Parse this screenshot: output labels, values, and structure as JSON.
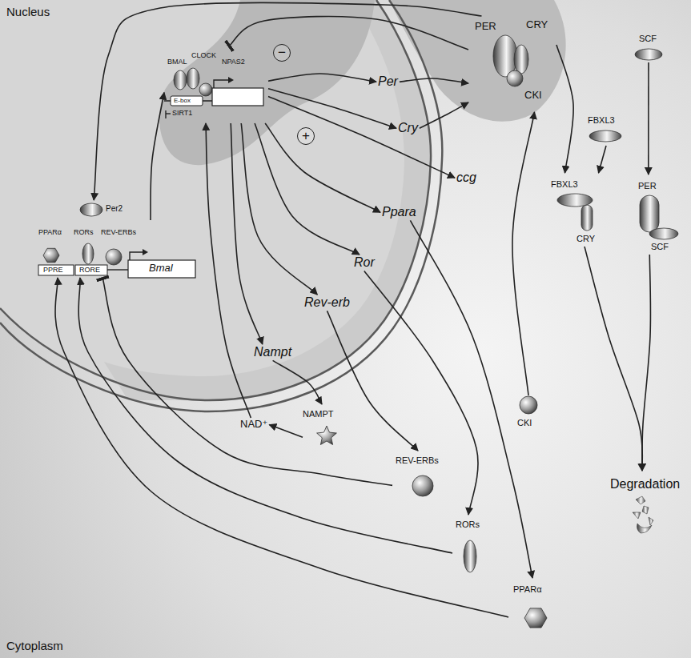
{
  "diagram": {
    "nodes": [
      {
        "text": [
          "PER",
          "CRY",
          "CKI"
        ]
      },
      {
        "text": [
          "BMAL",
          "CLOCK",
          "NPAS2",
          "E-box",
          "SIRT1"
        ]
      },
      {
        "text": [
          "Per"
        ]
      },
      {
        "text": [
          "Cry"
        ]
      },
      {
        "text": [
          "ccg"
        ]
      },
      {
        "text": [
          "Ppara"
        ]
      },
      {
        "text": [
          "Ror"
        ]
      },
      {
        "text": [
          "Rev-erb"
        ]
      },
      {
        "text": [
          "Nampt"
        ]
      },
      {
        "text": [
          "PPARα",
          "RORs",
          "REV-ERBs",
          "PPRE",
          "RORE",
          "Bmal"
        ]
      },
      {
        "text": [
          "Per2"
        ]
      },
      {
        "text": [
          "SCF"
        ]
      },
      {
        "text": [
          "FBXL3"
        ]
      },
      {
        "text": [
          "FBXL3",
          "CRY"
        ]
      },
      {
        "text": [
          "PER",
          "SCF"
        ]
      },
      {
        "text": [
          "CKI"
        ]
      },
      {
        "text": [
          "Degradation"
        ]
      },
      {
        "text": [
          "NAMPT"
        ]
      },
      {
        "text": [
          "NAD⁺"
        ]
      },
      {
        "text": [
          "REV-ERBs"
        ]
      },
      {
        "text": [
          "RORs"
        ]
      },
      {
        "text": [
          "PPARα"
        ]
      }
    ],
    "edges": [
      {
        "from": 0,
        "to": 1,
        "arrow": "to"
      },
      {
        "from": 1,
        "to": 2,
        "arrow": "to"
      },
      {
        "from": 1,
        "to": 3,
        "arrow": "to"
      },
      {
        "from": 1,
        "to": 4,
        "arrow": "to"
      },
      {
        "from": 1,
        "to": 5,
        "arrow": "to"
      },
      {
        "from": 1,
        "to": 6,
        "arrow": "to"
      },
      {
        "from": 1,
        "to": 7,
        "arrow": "to"
      },
      {
        "from": 1,
        "to": 8,
        "arrow": "to"
      },
      {
        "from": 2,
        "to": 0,
        "arrow": "to"
      },
      {
        "from": 3,
        "to": 0,
        "arrow": "to"
      },
      {
        "from": 15,
        "to": 0,
        "arrow": "to"
      },
      {
        "from": 0,
        "to": 10,
        "arrow": "to"
      },
      {
        "from": 0,
        "to": 13,
        "arrow": "to"
      },
      {
        "from": 12,
        "to": 13,
        "arrow": "to"
      },
      {
        "from": 11,
        "to": 14,
        "arrow": "to"
      },
      {
        "from": 13,
        "to": 16,
        "arrow": "to"
      },
      {
        "from": 14,
        "to": 16,
        "arrow": "to"
      },
      {
        "from": 5,
        "to": 21,
        "arrow": "to"
      },
      {
        "from": 6,
        "to": 20,
        "arrow": "to"
      },
      {
        "from": 7,
        "to": 19,
        "arrow": "to"
      },
      {
        "from": 8,
        "to": 17,
        "arrow": "to"
      },
      {
        "from": 17,
        "to": 18,
        "arrow": "to"
      },
      {
        "from": 18,
        "to": 1,
        "arrow": "to"
      },
      {
        "from": 19,
        "to": 9,
        "arrow": "to"
      },
      {
        "from": 20,
        "to": 9,
        "arrow": "to"
      },
      {
        "from": 21,
        "to": 9,
        "arrow": "to"
      },
      {
        "from": 9,
        "to": 1,
        "arrow": "to"
      }
    ],
    "labels": [
      "Nucleus",
      "Cytoplasm",
      "−",
      "+"
    ]
  }
}
